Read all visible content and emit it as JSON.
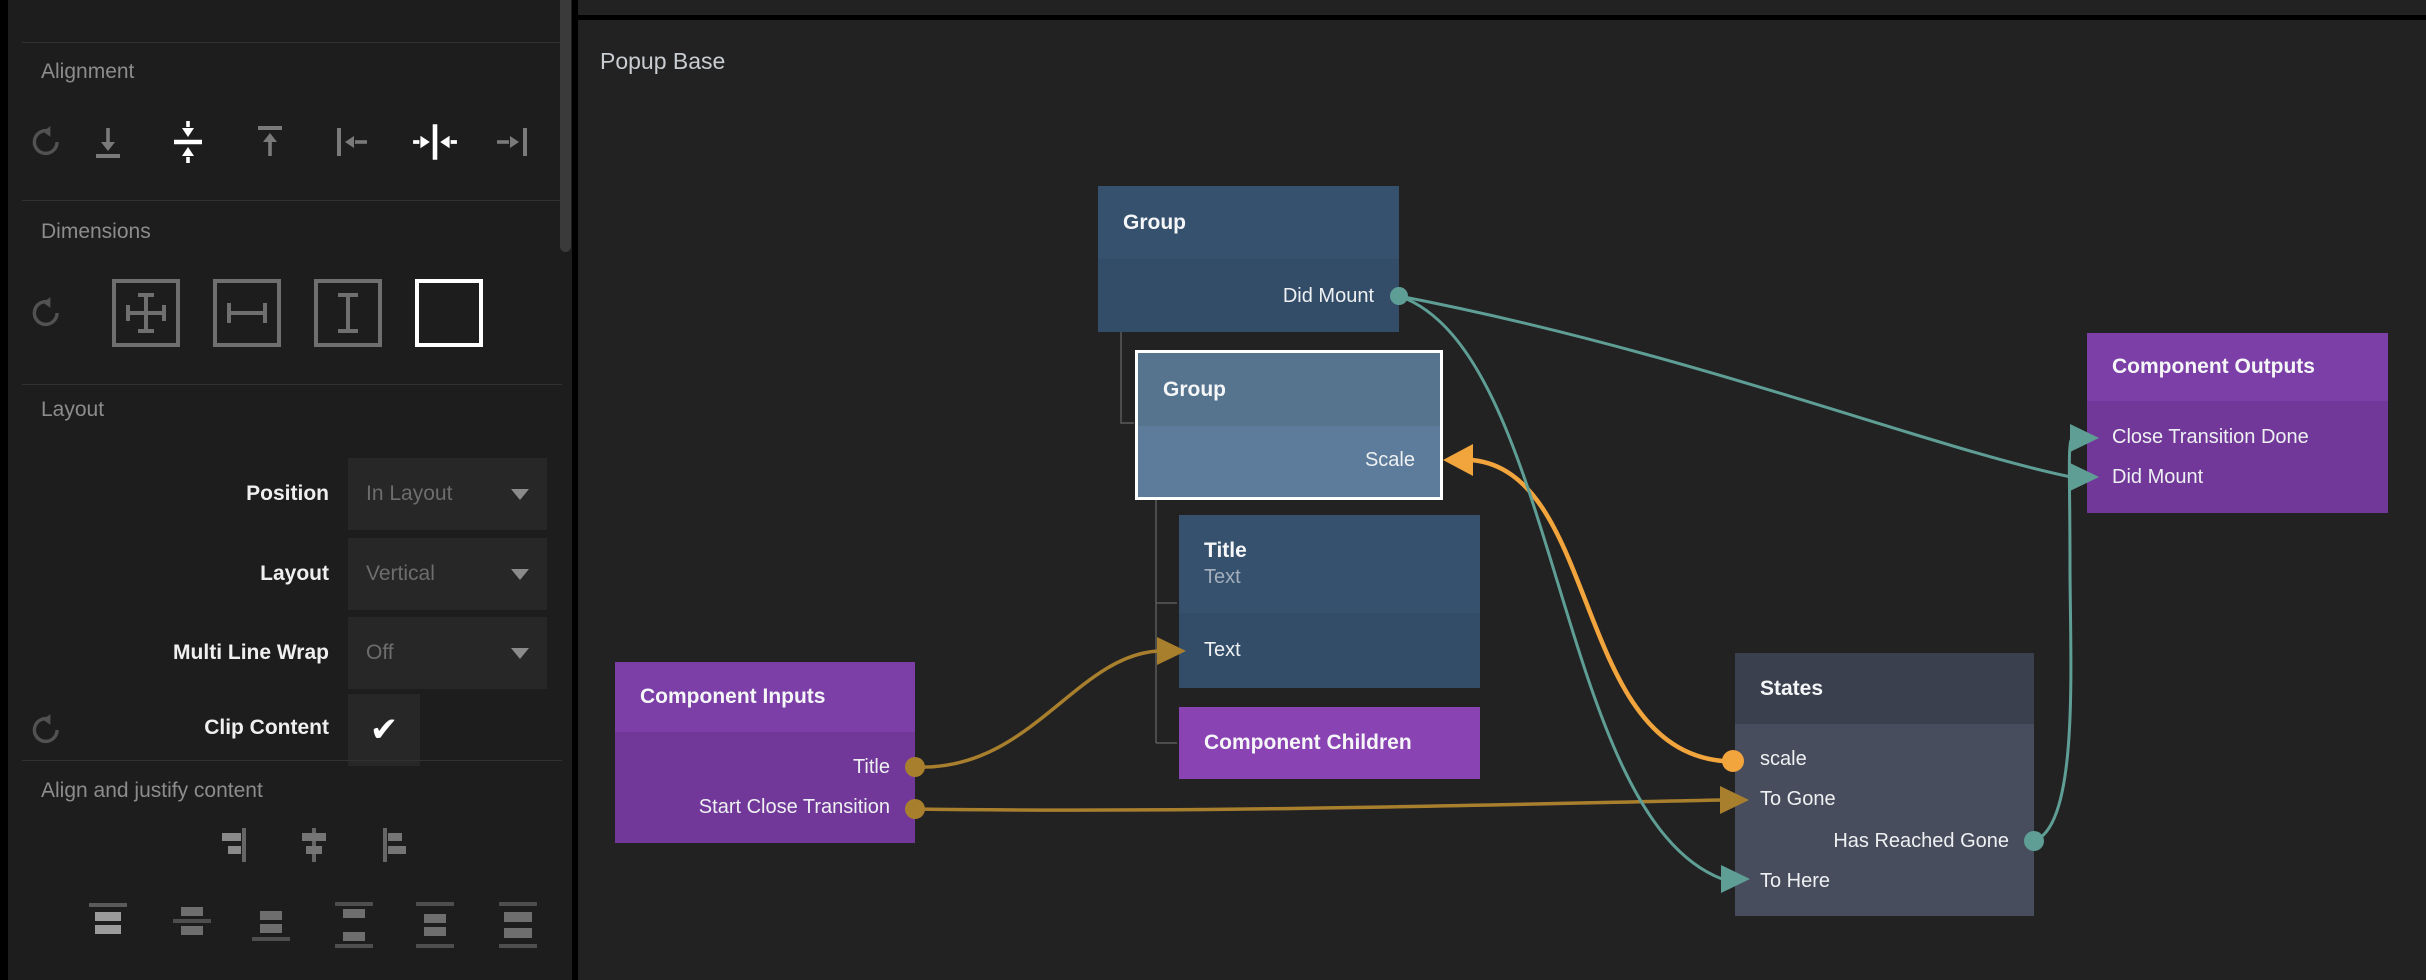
{
  "sidebar": {
    "alignment": {
      "label": "Alignment",
      "icons": [
        "reset-icon",
        "align-bottom-icon",
        "align-vertical-center-icon",
        "align-top-icon",
        "align-left-icon",
        "align-horizontal-center-icon",
        "align-right-icon"
      ],
      "active_icons": [
        "align-vertical-center-icon",
        "align-horizontal-center-icon"
      ]
    },
    "dimensions": {
      "label": "Dimensions",
      "icons": [
        "reset-icon",
        "size-width-height-icon",
        "size-width-icon",
        "size-height-icon",
        "size-content-icon"
      ],
      "active_icon": "size-content-icon"
    },
    "layout": {
      "label": "Layout",
      "position_label": "Position",
      "position_value": "In Layout",
      "layout_row_label": "Layout",
      "layout_row_value": "Vertical",
      "wrap_label": "Multi Line Wrap",
      "wrap_value": "Off",
      "clip_label": "Clip Content",
      "clip_checked": true,
      "check_glyph": "✔"
    },
    "align_justify": {
      "label": "Align and justify content",
      "row1_icons": [
        "justify-right-icon",
        "justify-center-icon",
        "justify-left-icon"
      ],
      "row2_icons": [
        "align-content-top-icon",
        "align-content-center-icon",
        "align-content-bottom-icon",
        "space-between-icon",
        "space-around-icon",
        "space-evenly-icon"
      ],
      "row2_active_icon": "align-content-top-icon"
    }
  },
  "canvas": {
    "title": "Popup Base",
    "nodes": {
      "group1": {
        "title": "Group",
        "ports": {
          "did_mount": "Did Mount"
        }
      },
      "group2": {
        "title": "Group",
        "selected": true,
        "ports": {
          "scale": "Scale"
        }
      },
      "title_text": {
        "title": "Title",
        "subtitle": "Text",
        "ports": {
          "text": "Text"
        }
      },
      "component_children": {
        "title": "Component Children"
      },
      "component_inputs": {
        "title": "Component Inputs",
        "ports": {
          "title": "Title",
          "start_close_transition": "Start Close Transition"
        }
      },
      "states": {
        "title": "States",
        "ports": {
          "scale": "scale",
          "to_gone": "To Gone",
          "has_reached_gone": "Has Reached Gone",
          "to_here": "To Here"
        }
      },
      "component_outputs": {
        "title": "Component Outputs",
        "ports": {
          "close_transition_done": "Close Transition Done",
          "did_mount": "Did Mount"
        }
      }
    },
    "connections": [
      {
        "from": "Group.Did Mount",
        "to": "Component Outputs.Did Mount",
        "color": "teal"
      },
      {
        "from": "Group.Did Mount",
        "to": "States.To Here",
        "color": "teal"
      },
      {
        "from": "States.Has Reached Gone",
        "to": "Component Outputs.Close Transition Done",
        "color": "teal"
      },
      {
        "from": "States.scale",
        "to": "Group.Scale",
        "color": "orange_highlight"
      },
      {
        "from": "Component Inputs.Title",
        "to": "Title.Text",
        "color": "gold"
      },
      {
        "from": "Component Inputs.Start Close Transition",
        "to": "States.To Gone",
        "color": "gold"
      }
    ]
  },
  "colors": {
    "teal": "#5f9e95",
    "gold": "#a87f2d",
    "orange_highlight": "#f2a43d",
    "hierarchy_gray": "#5a5a5a",
    "node_blue_header": "#36516e",
    "node_blue_body": "#334d69",
    "node_blue_selected_header": "#57748f",
    "node_blue_selected_body": "#5d7b9a",
    "node_purple_header": "#7c3fa7",
    "node_purple_body": "#713899",
    "node_purple_bright": "#8a43b3",
    "node_slate_header": "#3a404e",
    "node_slate_body": "#474d5c",
    "selection_border": "#ffffff"
  }
}
